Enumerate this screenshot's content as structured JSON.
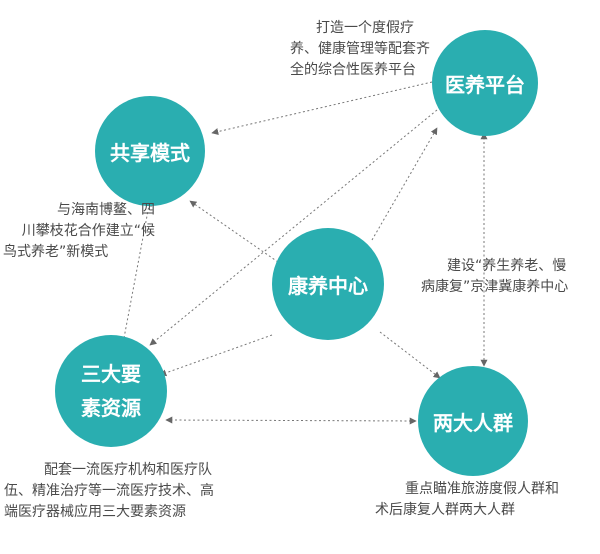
{
  "nodes": {
    "center": "康养中心",
    "platform": "医养平台",
    "share": "共享模式",
    "resources_line1": "三大要",
    "resources_line2": "素资源",
    "crowds": "两大人群"
  },
  "notes": {
    "platform": [
      "打造一个度假疗",
      "养、健康管理等配套齐",
      "全的综合性医养平台"
    ],
    "share": [
      "与海南博鳌、四",
      "川攀枝花合作建立“候",
      "鸟式养老”新模式"
    ],
    "center": [
      "建设“养生养老、慢",
      "病康复”京津冀康养中心"
    ],
    "resources": [
      "配套一流医疗机构和医疗队",
      "伍、精准治疗等一流医疗技术、高",
      "端医疗器械应用三大要素资源"
    ],
    "crowds": [
      "重点瞄准旅游度假人群和",
      "术后康复人群两大人群"
    ]
  },
  "colors": {
    "node": "#2aaeb0",
    "text": "#4a4a4a",
    "arrow": "#666666"
  }
}
